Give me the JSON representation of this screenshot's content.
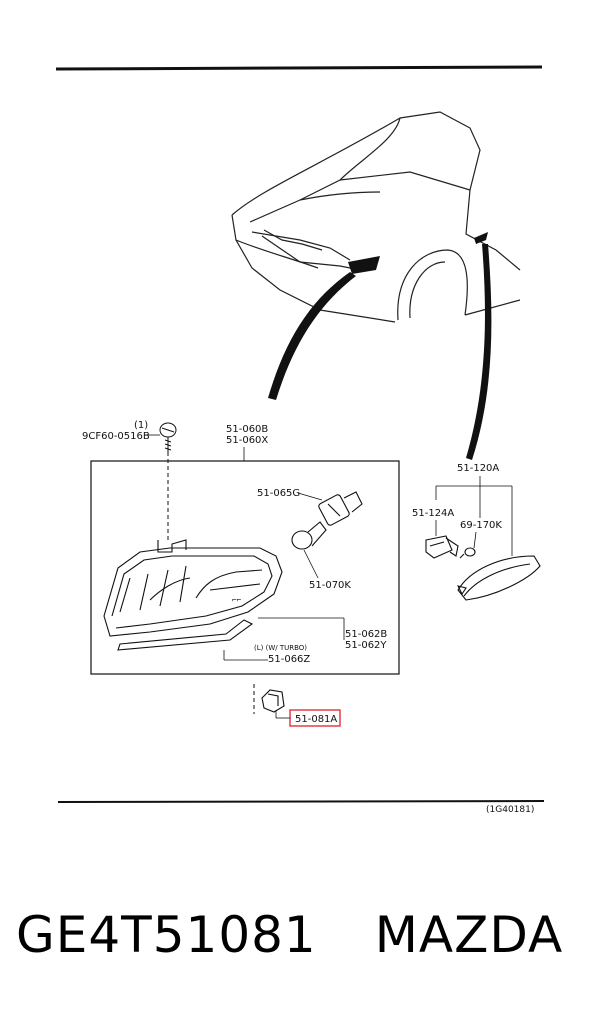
{
  "diagram": {
    "parts": {
      "screw_qty": "(1)",
      "screw": "9CF60-0516B",
      "lamp_assy_1": "51-060B",
      "lamp_assy_2": "51-060X",
      "socket": "51-065G",
      "bulb": "51-070K",
      "side_lamp": "51-120A",
      "side_socket": "51-124A",
      "side_bulb": "69-170K",
      "gasket_1": "51-062B",
      "gasket_2": "51-062Y",
      "gasket_note": "(L) (W/ TURBO)",
      "gasket_3": "51-066Z",
      "clip": "51-081A"
    },
    "ref_code": "(1G40181)",
    "highlight_color": "#e0303a"
  },
  "caption": {
    "part_number": "GE4T51081",
    "brand": "MAZDA"
  }
}
